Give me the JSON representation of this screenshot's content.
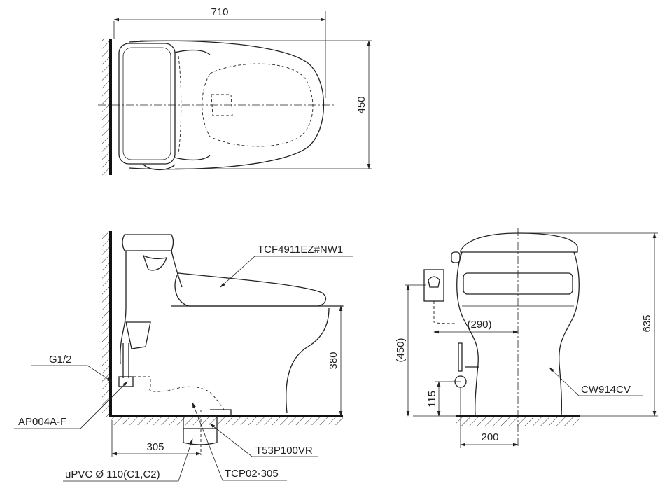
{
  "top_view": {
    "dim_length": "710",
    "dim_width": "450"
  },
  "side_view": {
    "seat_model": "TCF4911EZ#NW1",
    "dim_seat_height": "380",
    "valve_thread": "G1/2",
    "valve_model": "AP004A-F",
    "dim_rough_in": "305",
    "drain_pipe": "uPVC Ø 110(C1,C2)",
    "flange_model": "TCP02-305",
    "drain_model": "T53P100VR"
  },
  "front_view": {
    "dim_outlet_offset": "(290)",
    "dim_outlet_height": "(450)",
    "dim_total_height": "635",
    "dim_supply_height": "115",
    "dim_supply_offset": "200",
    "bowl_model": "CW914CV"
  }
}
